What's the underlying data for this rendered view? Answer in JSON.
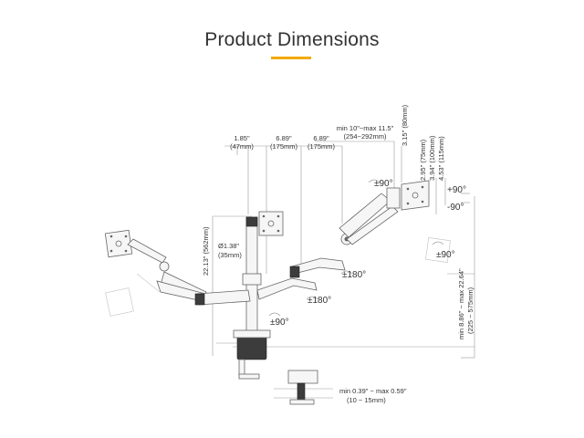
{
  "title": "Product Dimensions",
  "colors": {
    "accent": "#f2a900",
    "line": "#999999",
    "part": "#666666"
  },
  "dimensions": {
    "d1_in": "1.85\"",
    "d1_mm": "(47mm)",
    "d2_in": "6.89\"",
    "d2_mm": "(175mm)",
    "d3_in": "6.89\"",
    "d3_mm": "(175mm)",
    "reach_in": "min 10\"~max 11.5\"",
    "reach_mm": "(254~292mm)",
    "vesa80": "3.15\" (80mm)",
    "vesa75": "2.95\" (75mm)",
    "vesa100": "3.94\" (100mm)",
    "vesa115": "4.53\" (115mm)",
    "pole_height": "22.13\" (562mm)",
    "pole_dia_in": "Ø1.38\"",
    "pole_dia_mm": "(35mm)",
    "height_range": "min 8.86\" ~ max 22.64\"",
    "height_range_mm": "(225 ~ 575mm)",
    "clamp_range": "min 0.39\" ~ max 0.59\"",
    "clamp_range_mm": "(10 ~ 15mm)"
  },
  "rotations": {
    "r_head": "±90°",
    "r_tilt_up": "+90°",
    "r_tilt_down": "-90°",
    "r_swivel": "±90°",
    "r_elbow1": "±180°",
    "r_elbow2": "±180°",
    "r_base": "±90°"
  }
}
